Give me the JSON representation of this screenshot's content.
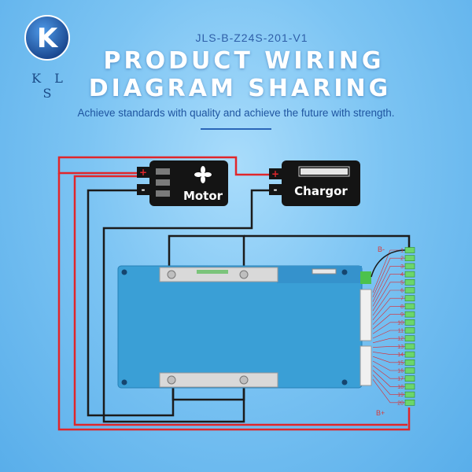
{
  "brand": {
    "logo_letter": "K",
    "logo_text": "K L S"
  },
  "header": {
    "model": "JLS-B-Z24S-201-V1",
    "title_line1": "PRODUCT WIRING",
    "title_line2": "DIAGRAM SHARING",
    "tagline": "Achieve standards with quality and achieve the future with strength."
  },
  "devices": {
    "motor": {
      "label": "Motor",
      "plus": "+",
      "minus": "-"
    },
    "charger": {
      "label": "Chargor",
      "plus": "+",
      "minus": "-"
    }
  },
  "bms": {
    "b_minus": "B-",
    "b_plus": "B+",
    "pins": [
      "1",
      "2",
      "3",
      "4",
      "5",
      "6",
      "7",
      "8",
      "9",
      "10",
      "11",
      "12",
      "13",
      "14",
      "15",
      "16",
      "17",
      "18",
      "19",
      "20"
    ]
  },
  "colors": {
    "positive_wire": "#e0262b",
    "negative_wire": "#1b1b1b",
    "board": "#3a9fd6",
    "device_body": "#141414",
    "connector": "#6bd66b"
  }
}
